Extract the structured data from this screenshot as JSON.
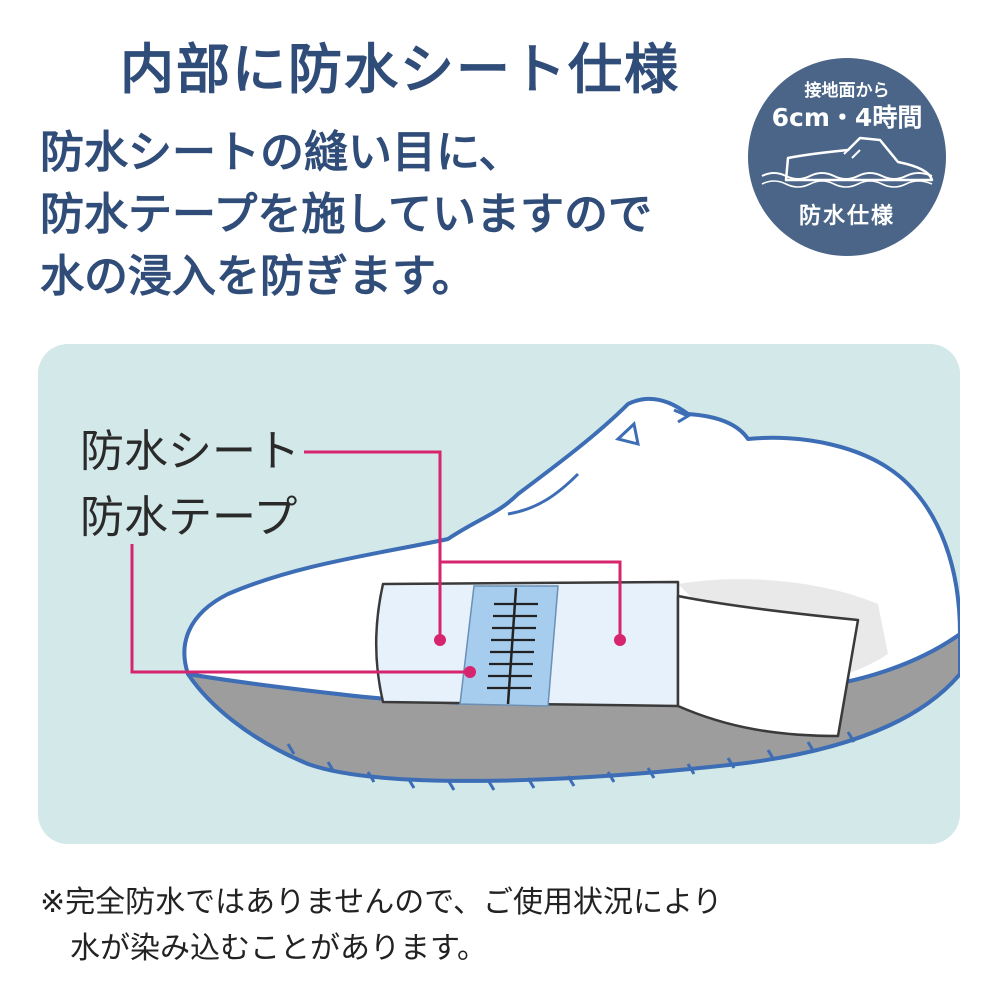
{
  "title": "内部に防水シート仕様",
  "description": {
    "lines": [
      "防水シートの縫い目に、",
      "防水テープを施していますので",
      "水の浸入を防ぎます。"
    ]
  },
  "badge": {
    "line1": "接地面から",
    "line2": "6cm・4時間",
    "line3": "防水仕様",
    "icon": "shoe-in-water-icon"
  },
  "diagram": {
    "label_sheet": "防水シート",
    "label_tape": "防水テープ",
    "colors": {
      "panel": "#d3e8e8",
      "outline": "#3d6db5",
      "pointer": "#d6246e",
      "sole": "#9d9d9d",
      "tape": "#a7cdee"
    }
  },
  "note": {
    "line1": "※完全防水ではありませんので、ご使用状況により",
    "line2": "水が染み込むことがあります。"
  }
}
